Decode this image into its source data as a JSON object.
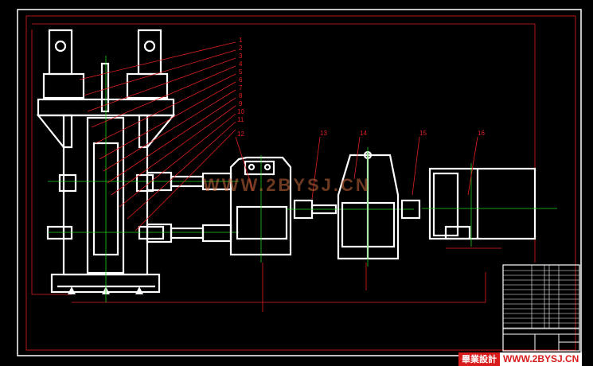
{
  "drawing": {
    "title": "Assembly drawing",
    "callouts": [
      "1",
      "2",
      "3",
      "4",
      "5",
      "6",
      "7",
      "8",
      "9",
      "10",
      "11",
      "12",
      "13",
      "14",
      "15",
      "16"
    ],
    "watermark": "WWW.2BYSJ.CN"
  },
  "banner": {
    "chinese": "畢業設計",
    "url": "WWW.2BYSJ.CN"
  },
  "colors": {
    "line": "#ffffff",
    "dimension": "#e02020",
    "centerline": "#20d020",
    "background": "#000000"
  }
}
